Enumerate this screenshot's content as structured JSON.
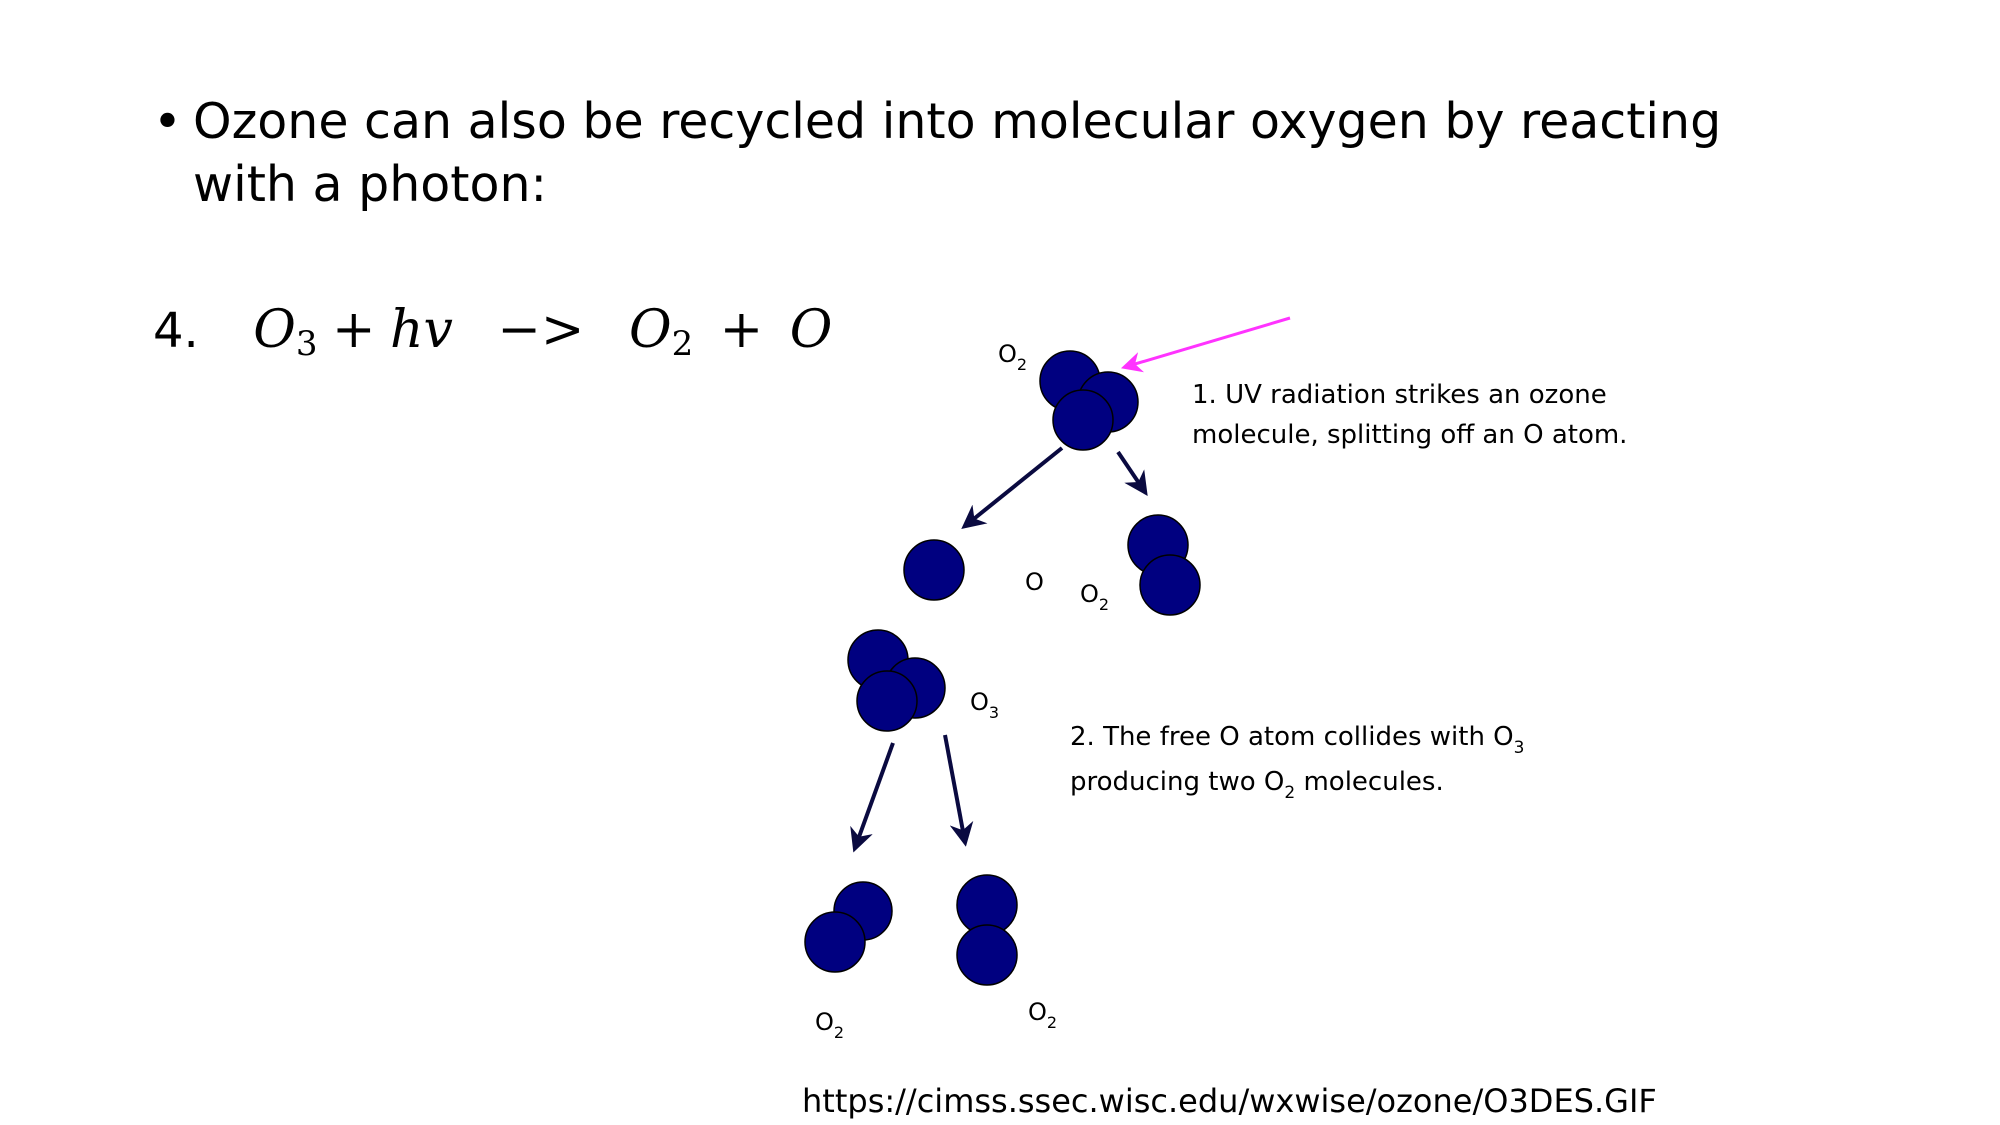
{
  "slide": {
    "bullet_char": "•",
    "bullet_text": "Ozone can also be recycled into molecular oxygen by reacting with a photon:",
    "equation": {
      "number": "4.",
      "reactant_o": "O",
      "reactant_sub": "3",
      "plus1": "+",
      "photon": "hv",
      "arrow": "−>",
      "product1_o": "O",
      "product1_sub": "2",
      "plus2": "+",
      "product2": "O"
    },
    "source_url": "https://cimss.ssec.wisc.edu/wxwise/ozone/O3DES.GIF"
  },
  "diagram": {
    "molecule_color": "#000080",
    "arrow_color": "#0a0a40",
    "uv_arrow_color": "#ff33ff",
    "labels": {
      "o2_top": {
        "main": "O",
        "sub": "2"
      },
      "o_free": {
        "main": "O"
      },
      "o2_mid": {
        "main": "O",
        "sub": "2"
      },
      "o3": {
        "main": "O",
        "sub": "3"
      },
      "o2_bottom_left": {
        "main": "O",
        "sub": "2"
      },
      "o2_bottom_right": {
        "main": "O",
        "sub": "2"
      }
    },
    "step1": {
      "line1": "1. UV radiation strikes an ozone",
      "line2": "molecule, splitting off an O atom."
    },
    "step2": {
      "line1_pre": "2.  The free O atom collides with O",
      "line1_sub": "3",
      "line2_pre": "producing two O",
      "line2_sub": "2",
      "line2_post": " molecules."
    }
  }
}
